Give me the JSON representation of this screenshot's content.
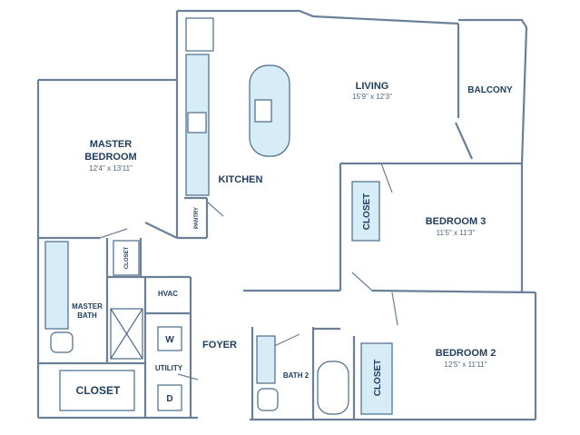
{
  "rooms": {
    "living": {
      "name": "LIVING",
      "dims": "15'9\" x 12'3\""
    },
    "balcony": {
      "name": "BALCONY"
    },
    "master_bedroom": {
      "name_line1": "MASTER",
      "name_line2": "BEDROOM",
      "dims": "12'4\" x 13'11\""
    },
    "kitchen": {
      "name": "KITCHEN"
    },
    "pantry": {
      "name": "PANTRY"
    },
    "bedroom3": {
      "name": "BEDROOM 3",
      "dims": "11'5\" x 11'3\""
    },
    "bedroom2": {
      "name": "BEDROOM 2",
      "dims": "12'5\" x 11'11\""
    },
    "closet_bed3": {
      "name": "CLOSET"
    },
    "closet_master": {
      "name": "CLOSET"
    },
    "closet_small": {
      "name": "CLOSET"
    },
    "closet_bed2": {
      "name": "CLOSET"
    },
    "master_bath": {
      "name_line1": "MASTER",
      "name_line2": "BATH"
    },
    "hvac": {
      "name": "HVAC"
    },
    "foyer": {
      "name": "FOYER"
    },
    "utility": {
      "name": "UTILITY"
    },
    "washer": {
      "name": "W"
    },
    "dryer": {
      "name": "D"
    },
    "bath2": {
      "name": "BATH 2"
    }
  },
  "colors": {
    "wall": "#6b7f99",
    "fixture_fill": "#d6ecf7",
    "fixture_stroke": "#4a6a8a",
    "label": "#1f3d5c"
  }
}
